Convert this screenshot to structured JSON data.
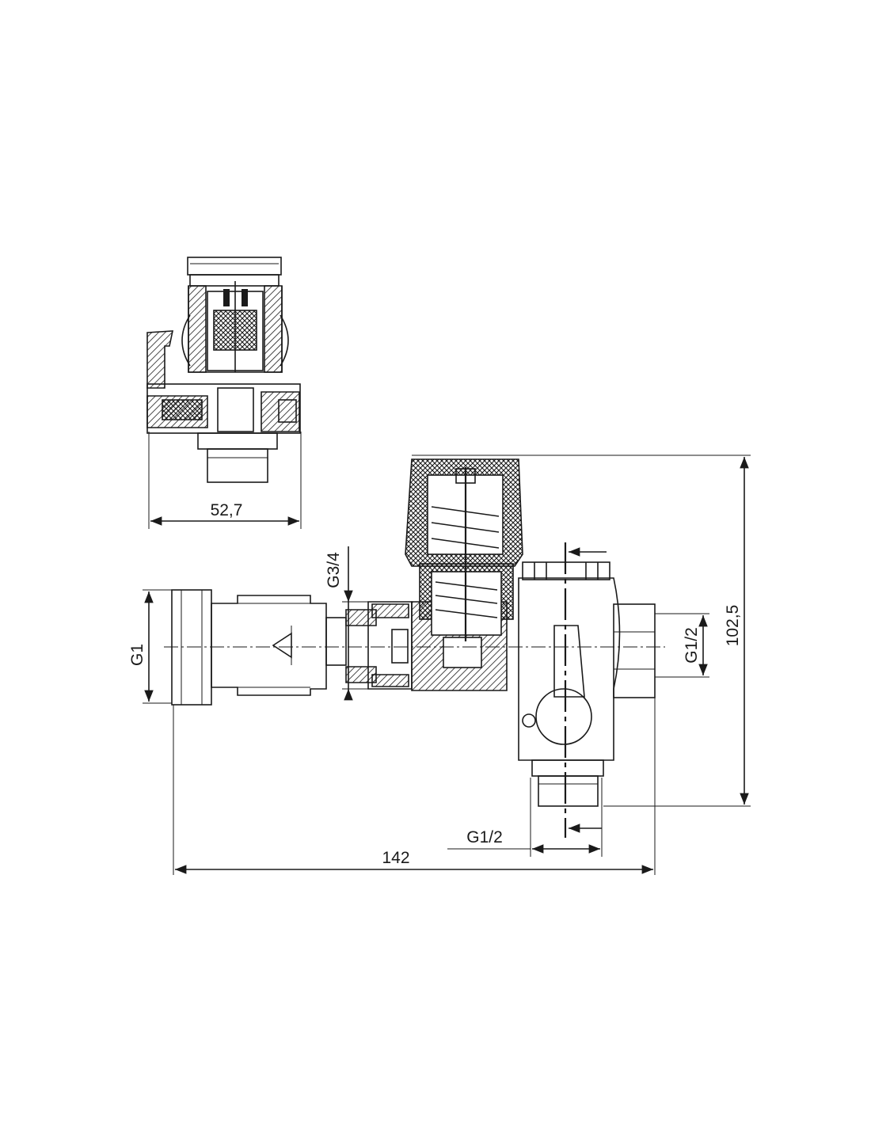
{
  "dimensions": {
    "side_width": "52,7",
    "thread_g34": "G3/4",
    "thread_g1": "G1",
    "thread_g12_right": "G1/2",
    "height": "102,5",
    "thread_g12_bottom": "G1/2",
    "total_length": "142"
  }
}
